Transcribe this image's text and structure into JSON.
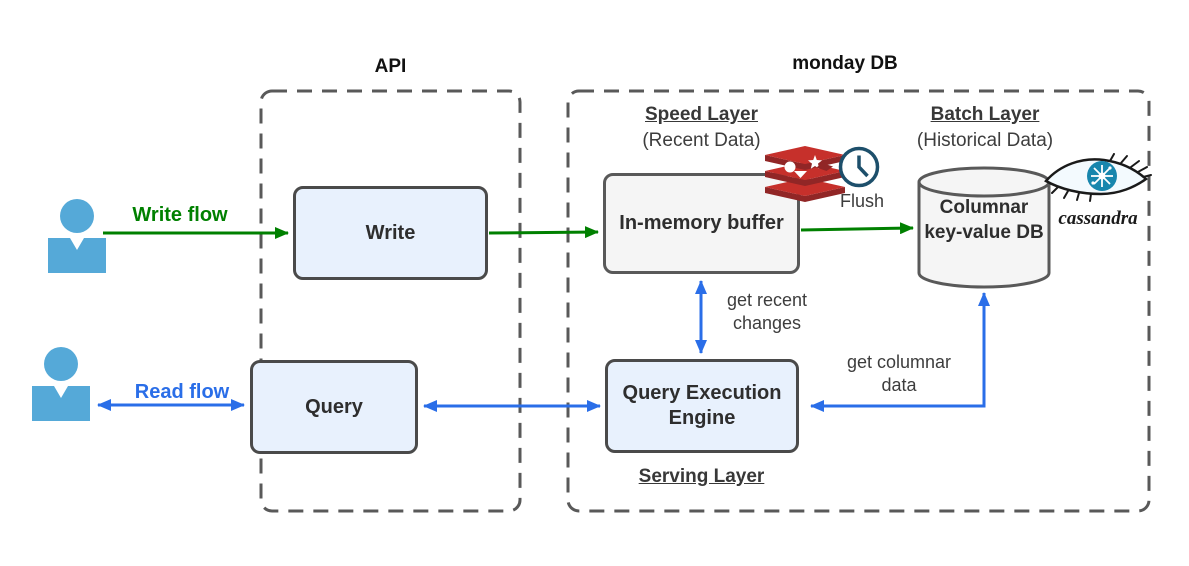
{
  "diagram": {
    "groups": {
      "api": {
        "title": "API"
      },
      "monday_db": {
        "title": "monday DB"
      }
    },
    "nodes": {
      "write": {
        "label": "Write"
      },
      "query": {
        "label": "Query"
      },
      "in_memory_buffer": {
        "label": "In-memory buffer"
      },
      "query_execution_engine": {
        "label": "Query Execution Engine"
      },
      "columnar_db": {
        "label": "Columnar key-value DB"
      }
    },
    "layers": {
      "speed": {
        "title": "Speed Layer",
        "subtitle": "(Recent Data)"
      },
      "batch": {
        "title": "Batch Layer",
        "subtitle": "(Historical Data)"
      },
      "serving": {
        "title": "Serving Layer"
      }
    },
    "edge_labels": {
      "write_flow": "Write flow",
      "read_flow": "Read flow",
      "flush": "Flush",
      "get_recent_changes": "get recent changes",
      "get_columnar_data": "get columnar data"
    },
    "icons": {
      "user": "user-icon",
      "redis": "redis-logo",
      "clock": "clock-icon",
      "cassandra": {
        "name": "cassandra-logo",
        "label": "cassandra"
      }
    },
    "colors": {
      "write_flow_green": "#008000",
      "read_flow_blue": "#2a6ee8",
      "node_blue_fill": "#e8f1fd",
      "node_gray_fill": "#f5f5f5",
      "node_border_dark": "#4a4a4a",
      "dashed_border_gray": "#595959",
      "user_icon_blue": "#55a9d8",
      "redis_red": "#c6302b",
      "redis_dark_red": "#912626",
      "clock_navy": "#1d4f6b",
      "cassandra_teal": "#1886ad"
    }
  }
}
